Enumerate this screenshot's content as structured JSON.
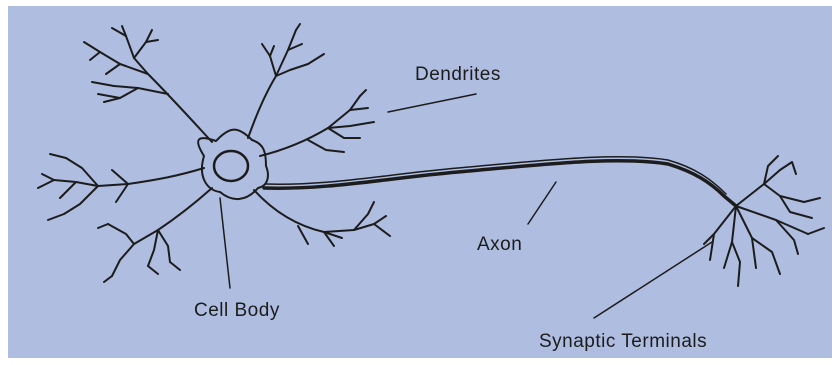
{
  "diagram": {
    "labels": {
      "dendrites": "Dendrites",
      "axon": "Axon",
      "cell_body": "Cell Body",
      "synaptic_terminals": "Synaptic Terminals"
    },
    "colors": {
      "background": "#aebde0",
      "ink": "#1c1c1c"
    }
  }
}
